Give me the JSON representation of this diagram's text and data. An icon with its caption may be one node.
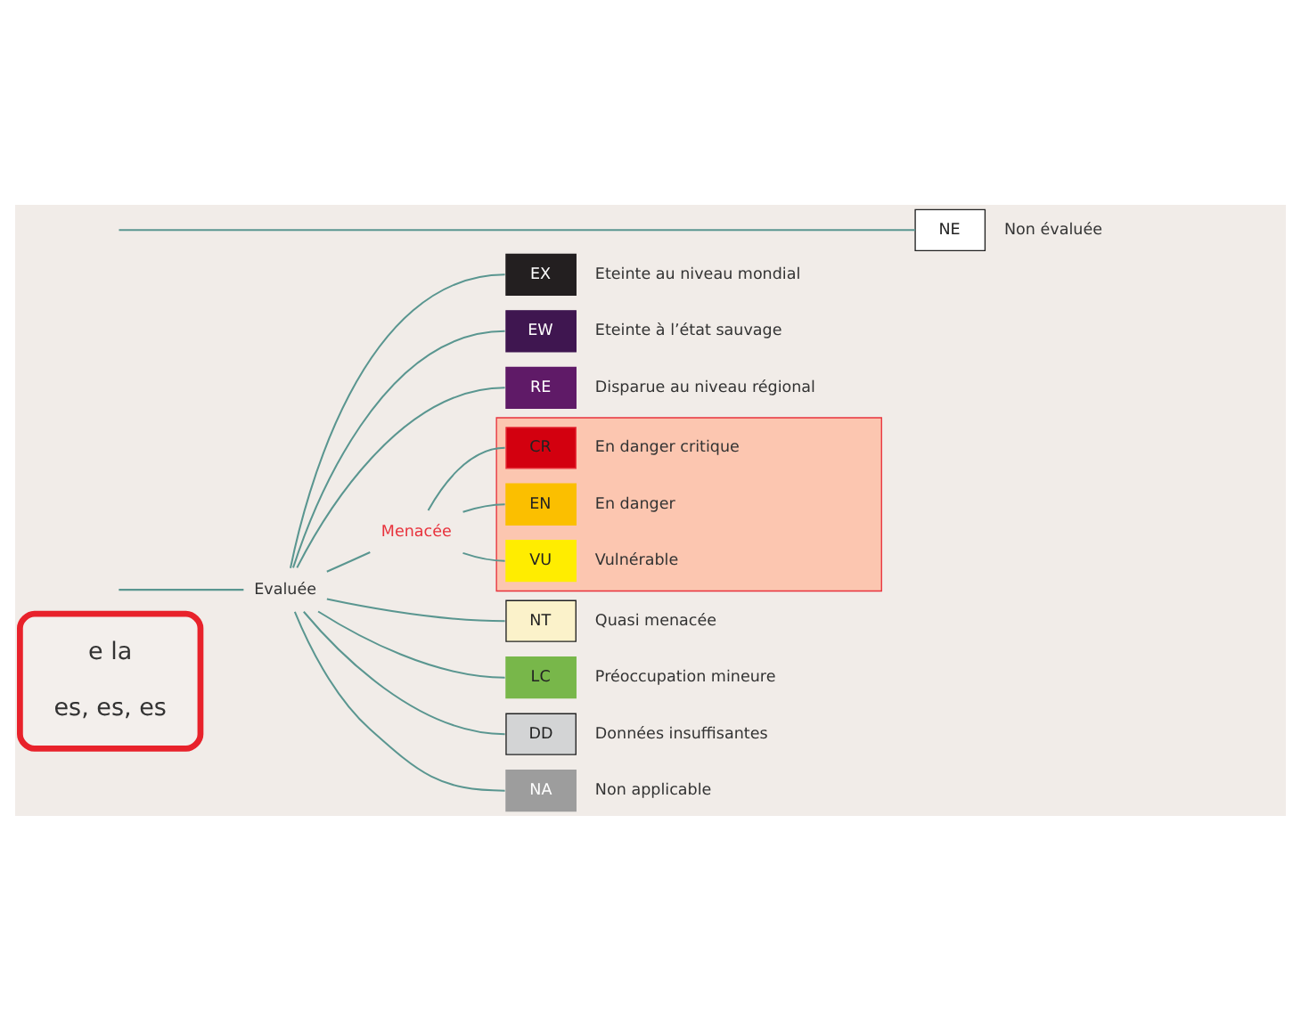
{
  "diagram": {
    "nodes": [
      {
        "text": [
          "e la",
          "es, es, es"
        ]
      },
      {
        "text": [
          "EX"
        ],
        "beside": [
          "Eteinte au niveau mondial"
        ]
      },
      {
        "text": [
          "EW"
        ],
        "beside": [
          "Eteinte à l’état sauvage"
        ]
      },
      {
        "text": [
          "RE"
        ],
        "beside": [
          "Disparue au niveau régional"
        ]
      },
      {
        "text": [
          "Menacée"
        ]
      },
      {
        "text": [],
        "shape": "box"
      },
      {
        "text": [
          "CR"
        ],
        "beside": [
          "En danger critique"
        ],
        "in": 5
      },
      {
        "text": [
          "EN"
        ],
        "beside": [
          "En danger"
        ],
        "in": 5
      },
      {
        "text": [
          "VU"
        ],
        "beside": [
          "Vulnérable"
        ],
        "in": 5
      },
      {
        "text": [
          "NT"
        ],
        "beside": [
          "Quasi menacée"
        ]
      },
      {
        "text": [
          "LC"
        ],
        "beside": [
          "Préoccupation mineure"
        ]
      },
      {
        "text": [
          "Evaluée"
        ]
      },
      {
        "text": [
          "DD"
        ],
        "beside": [
          "Données insuffisantes"
        ]
      },
      {
        "text": [
          "NA"
        ],
        "beside": [
          "Non applicable"
        ]
      },
      {
        "text": [
          "NE"
        ],
        "beside": [
          "Non évaluée"
        ]
      }
    ],
    "edges": [
      {
        "from": null,
        "to": 11,
        "arrow": "none"
      },
      {
        "from": null,
        "to": 14,
        "arrow": "none"
      },
      {
        "from": 11,
        "to": 1,
        "arrow": "none"
      },
      {
        "from": 11,
        "to": 2,
        "arrow": "none"
      },
      {
        "from": 11,
        "to": 3,
        "arrow": "none"
      },
      {
        "from": 11,
        "to": 4,
        "arrow": "none"
      },
      {
        "from": 4,
        "to": 6,
        "arrow": "none"
      },
      {
        "from": 4,
        "to": 7,
        "arrow": "none"
      },
      {
        "from": 4,
        "to": 8,
        "arrow": "none"
      },
      {
        "from": 11,
        "to": 9,
        "arrow": "none"
      },
      {
        "from": 11,
        "to": 10,
        "arrow": "none"
      },
      {
        "from": 11,
        "to": 12,
        "arrow": "none"
      },
      {
        "from": 11,
        "to": 13,
        "arrow": "none"
      }
    ]
  }
}
